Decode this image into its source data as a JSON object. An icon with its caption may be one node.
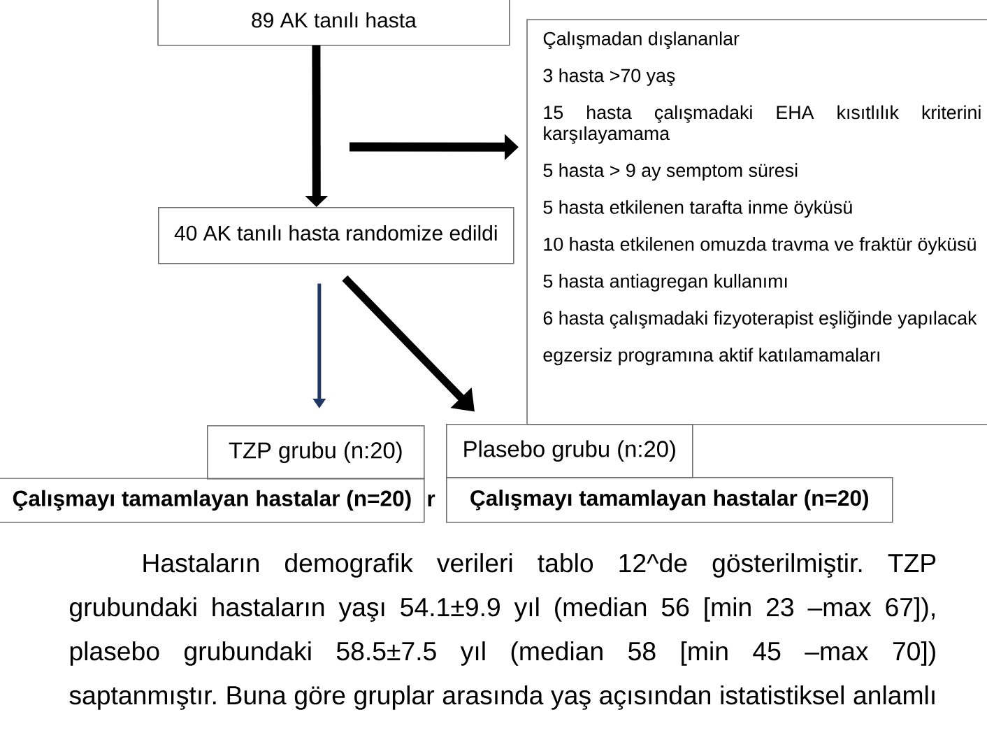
{
  "diagram": {
    "nodes": [
      {
        "text": [
          "89 AK tanılı hasta"
        ]
      },
      {
        "text": [
          "Çalışmadan dışlananlar",
          "3 hasta >70 yaş",
          "15 hasta çalışmadaki EHA kısıtlılık kriterini karşılayamama",
          "5 hasta > 9 ay semptom süresi",
          "5 hasta etkilenen tarafta inme öyküsü",
          "10 hasta etkilenen omuzda travma ve fraktür öyküsü",
          "5 hasta antiagregan kullanımı",
          "6 hasta çalışmadaki fizyoterapist eşliğinde yapılacak",
          "egzersiz programına aktif katılamamaları"
        ]
      },
      {
        "text": [
          "40 AK tanılı hasta randomize edildi"
        ]
      },
      {
        "text": [
          "TZP grubu (n:20)"
        ]
      },
      {
        "text": [
          "Plasebo grubu (n:20)"
        ]
      },
      {
        "text": [
          "Çalışmayı tamamlayan hastalar (n=20)"
        ]
      },
      {
        "text": [
          "Çalışmayı tamamlayan hastalar (n=20)"
        ]
      }
    ],
    "edges": [
      {
        "from": 0,
        "to": 2,
        "arrow": "to"
      },
      {
        "from": null,
        "to": 1,
        "arrow": "to"
      },
      {
        "from": 2,
        "to": 3,
        "arrow": "to",
        "color": "#1f3864"
      },
      {
        "from": 2,
        "to": 4,
        "arrow": "to"
      }
    ],
    "labels": [
      "r",
      "Hastaların demografik verileri tablo 12^de gösterilmiştir. TZP grubundaki hastaların yaşı 54.1±9.9 yıl (median 56 [min 23 –max 67]), plasebo grubundaki 58.5±7.5 yıl (median 58 [min 45 –max 70]) saptanmıştır. Buna göre gruplar arasında yaş açısından istatistiksel anlamlı"
    ]
  }
}
